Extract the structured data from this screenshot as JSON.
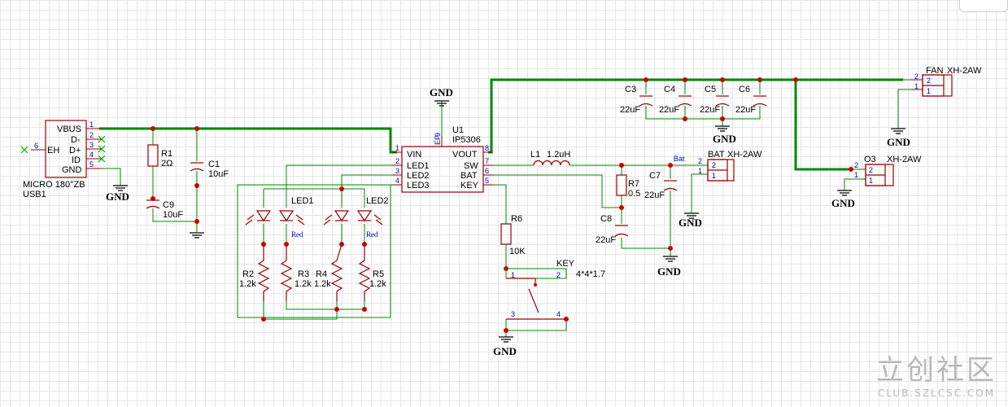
{
  "usb": {
    "ref": "USB1",
    "value": "MICRO 180°ZB",
    "pins": [
      "VBUS",
      "D-",
      "D+",
      "ID",
      "GND",
      "EH"
    ],
    "pin_numbers": [
      "1",
      "2",
      "3",
      "4",
      "5",
      "6"
    ]
  },
  "ic": {
    "ref": "U1",
    "value": "IP5306",
    "left_pins": [
      "VIN",
      "LED1",
      "LED2",
      "LED3"
    ],
    "left_numbers": [
      "1",
      "2",
      "3",
      "4"
    ],
    "right_pins": [
      "VOUT",
      "SW",
      "BAT",
      "KEY"
    ],
    "right_numbers": [
      "8",
      "7",
      "6",
      "5"
    ],
    "ep_label": "EP",
    "ep_number": "9"
  },
  "parts": {
    "r1": {
      "ref": "R1",
      "value": "2Ω"
    },
    "c1": {
      "ref": "C1",
      "value": "10uF"
    },
    "c9": {
      "ref": "C9",
      "value": "10uF"
    },
    "led1": {
      "ref": "LED1",
      "color": "Red"
    },
    "led2": {
      "ref": "LED2",
      "color": "Red"
    },
    "r2": {
      "ref": "R2",
      "value": "1.2k"
    },
    "r3": {
      "ref": "R3",
      "value": "1.2k"
    },
    "r4": {
      "ref": "R4",
      "value": "1.2k"
    },
    "r5": {
      "ref": "R5",
      "value": "1.2k"
    },
    "r6": {
      "ref": "R6",
      "value": "10K"
    },
    "l1": {
      "ref": "L1",
      "value": "1.2uH"
    },
    "r7": {
      "ref": "R7",
      "value": "0.5"
    },
    "c7": {
      "ref": "C7",
      "value": "22uF"
    },
    "c8": {
      "ref": "C8",
      "value": "22uF"
    },
    "c3": {
      "ref": "C3",
      "value": "22uF"
    },
    "c4": {
      "ref": "C4",
      "value": "22uF"
    },
    "c5": {
      "ref": "C5",
      "value": "22uF"
    },
    "c6": {
      "ref": "C6",
      "value": "22uF"
    },
    "key": {
      "ref": "KEY",
      "value": "4*4*1.7",
      "pins": [
        "1",
        "2",
        "3",
        "4"
      ]
    },
    "bat": {
      "ref": "BAT",
      "value": "XH-2AW",
      "net": "Bat"
    },
    "fan": {
      "ref": "FAN",
      "value": "XH-2AW"
    },
    "o3": {
      "ref": "O3",
      "value": "XH-2AW"
    }
  },
  "connector_pins": [
    "2",
    "1"
  ],
  "gnd_label": "GND",
  "watermark": {
    "cn": "立创社区",
    "en": "CLUB.SZLCSC.COM"
  },
  "colors": {
    "wire": "#008800",
    "symbol": "#990000",
    "junction": "#cc0000",
    "pin_text": "#0000cc"
  }
}
